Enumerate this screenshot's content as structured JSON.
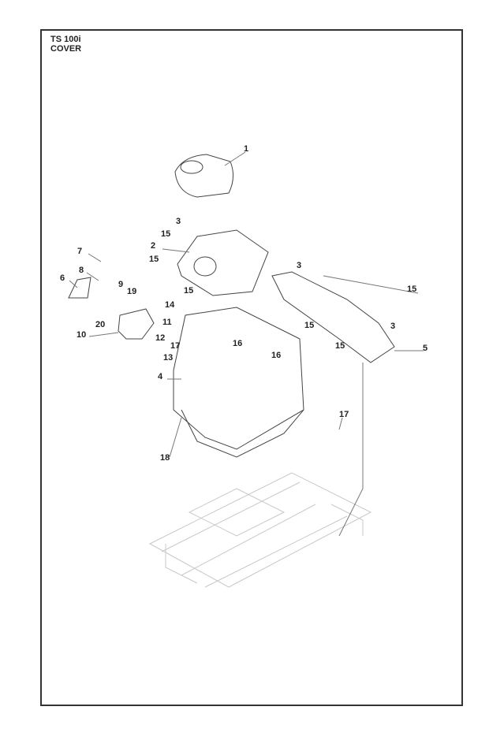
{
  "header": {
    "model": "TS 100i",
    "section": "COVER"
  },
  "callouts": [
    "1",
    "3",
    "15",
    "2",
    "15",
    "7",
    "8",
    "6",
    "9",
    "19",
    "3",
    "15",
    "15",
    "14",
    "20",
    "11",
    "10",
    "12",
    "17",
    "16",
    "15",
    "3",
    "15",
    "13",
    "16",
    "5",
    "4",
    "17",
    "18"
  ]
}
